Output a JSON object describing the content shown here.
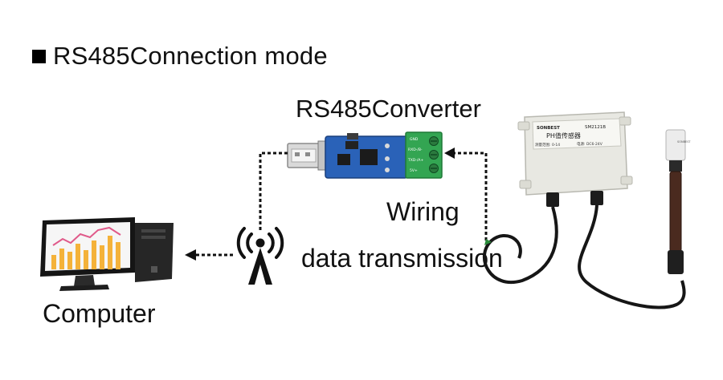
{
  "heading": {
    "bullet_icon": "black-square-icon",
    "text": "RS485Connection mode"
  },
  "labels": {
    "converter": "RS485Converter",
    "wiring": "Wiring",
    "data_transmission": "data transmission",
    "computer": "Computer"
  },
  "converter_board": {
    "terminal_labels": [
      "GND",
      "RXD-/B-",
      "TXD-/A+",
      "5V+"
    ]
  },
  "sensor_box": {
    "brand": "SONBEST",
    "model": "SM2121B",
    "title": "PH值传感器",
    "spec_range": "测量范围: 0-14",
    "spec_power": "电源: DC6-24V"
  },
  "probe": {
    "label": "SONBEST"
  },
  "colors": {
    "text": "#111111",
    "dashed_line": "#111111",
    "pcb_blue": "#2a62b8",
    "terminal_green": "#33a552",
    "sensor_box": "#e8e8e2",
    "chart_bars": "#f4b23a",
    "chart_line": "#e05a8a"
  },
  "icons": [
    "usb-plug-icon",
    "radio-tower-icon",
    "computer-icon",
    "arrow-left-icon"
  ]
}
